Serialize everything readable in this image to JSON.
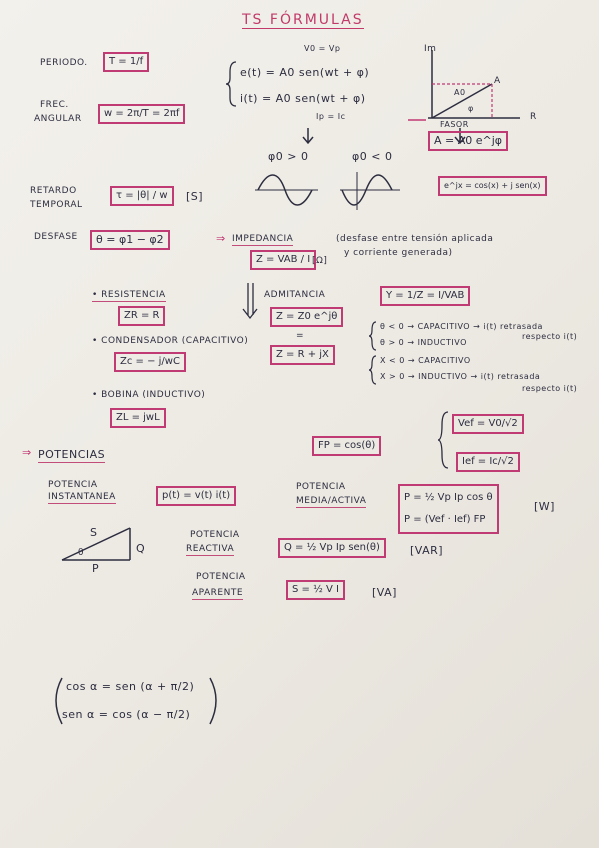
{
  "title": "TS FÓRMULAS",
  "periodo": {
    "label": "PERIODO.",
    "formula": "T = 1/f"
  },
  "frec": {
    "label1": "FREC.",
    "label2": "ANGULAR",
    "formula": "w = 2π/T = 2πf"
  },
  "signals": {
    "top_note": "V0 = Vp",
    "e": "e(t) = A0 sen(wt + φ)",
    "i": "i(t) = A0 sen(wt + φ)",
    "bottom_note": "Ip = Ic",
    "phi_pos": "φ0 > 0",
    "phi_neg": "φ0 < 0"
  },
  "fasor": {
    "im": "Im",
    "re": "R",
    "a": "A",
    "a0": "A0",
    "phi": "φ",
    "label": "FASOR",
    "formula": "A = A0 e^jφ",
    "euler": "e^jx = cos(x) + j sen(x)"
  },
  "retardo": {
    "label1": "RETARDO",
    "label2": "TEMPORAL",
    "formula": "τ = |θ| / w",
    "unit": "[S]"
  },
  "desfase": {
    "label": "DESFASE",
    "formula": "θ = φ1 − φ2"
  },
  "impedancia": {
    "arrow": "⇒",
    "label": "IMPEDANCIA",
    "note1": "(desfase entre tensión aplicada",
    "note2": "y corriente generada)",
    "formula": "Z = VAB / I",
    "unit": "[Ω]",
    "admitancia_label": "ADMITANCIA",
    "admitancia_formula": "Y = 1/Z = I/VAB",
    "polar": "Z = Z0 e^jθ",
    "rect": "Z = R + jX",
    "eq_mark": "=",
    "theta_neg": "θ < 0 → CAPACITIVO → i(t) retrasada",
    "theta_neg_note": "respecto i(t)",
    "theta_pos": "θ > 0 → INDUCTIVO",
    "x_neg": "X < 0 → CAPACITIVO",
    "x_pos": "X > 0 → INDUCTIVO → i(t) retrasada",
    "x_pos_note": "respecto i(t)"
  },
  "resistencia": {
    "label": "• RESISTENCIA",
    "formula": "ZR = R"
  },
  "condensador": {
    "label": "• CONDENSADOR (CAPACITIVO)",
    "formula": "Zc = − j/wC"
  },
  "bobina": {
    "label": "• BOBINA (INDUCTIVO)",
    "formula": "ZL = jwL"
  },
  "fp": {
    "formula": "FP = cos(θ)"
  },
  "eficaz": {
    "vef": "Vef = V0/√2",
    "ief": "Ief = Ic/√2"
  },
  "potencias": {
    "arrow": "⇒",
    "label": "POTENCIAS",
    "inst_label1": "POTENCIA",
    "inst_label2": "INSTANTANEA",
    "inst_formula": "p(t) = v(t) i(t)",
    "media_label1": "POTENCIA",
    "media_label2": "MEDIA/ACTIVA",
    "media_f1": "P = ½ Vp Ip cos θ",
    "media_f2": "P = (Vef · Ief) FP",
    "media_unit": "[W]",
    "tri_s": "S",
    "tri_q": "Q",
    "tri_p": "P",
    "tri_theta": "θ",
    "reac_label1": "POTENCIA",
    "reac_label2": "REACTIVA",
    "reac_formula": "Q = ½ Vp Ip sen(θ)",
    "reac_unit": "[VAR]",
    "apar_label1": "POTENCIA",
    "apar_label2": "APARENTE",
    "apar_formula": "S = ½ V I",
    "apar_unit": "[VA]"
  },
  "trig": {
    "line1": "cos α = sen (α + π/2)",
    "line2": "sen α = cos (α − π/2)"
  }
}
